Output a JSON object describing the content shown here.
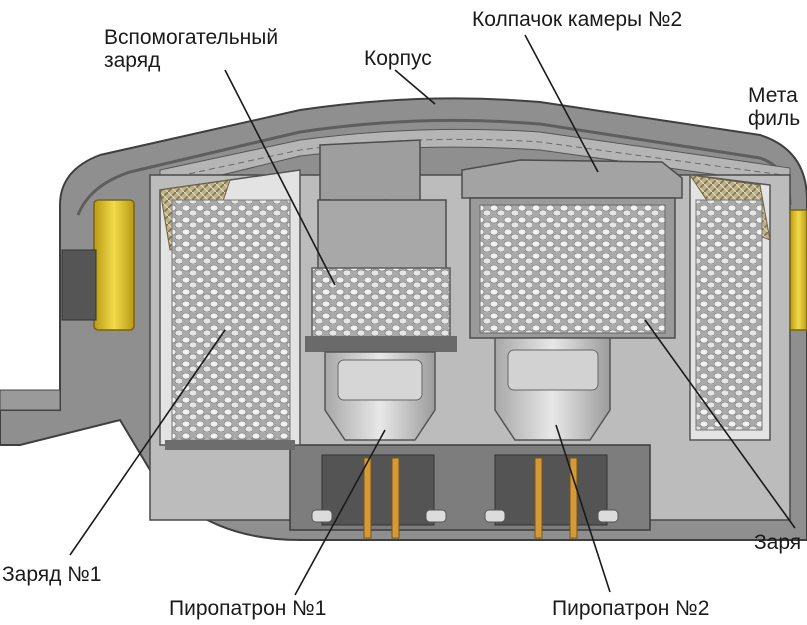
{
  "labels": {
    "aux_charge_line1": "Вспомогательный",
    "aux_charge_line2": "заряд",
    "housing": "Корпус",
    "chamber2_cap": "Колпачок камеры №2",
    "metal_filter_line1": "Мета",
    "metal_filter_line2": "филь",
    "charge1": "Заряд №1",
    "charge2": "Заря",
    "squib1": "Пиропатрон №1",
    "squib2": "Пиропатрон №2"
  },
  "colors": {
    "shell": "#8f8f8f",
    "shell_dark": "#5e5e5e",
    "chamber": "#cfcfcf",
    "pellet": "#f4f4f4",
    "pellet_line": "#9a9a9a",
    "filter_mesh": "#c9b98c",
    "plug": "#e0c430",
    "pin": "#d49a3a",
    "leader": "#1a1a1a"
  }
}
